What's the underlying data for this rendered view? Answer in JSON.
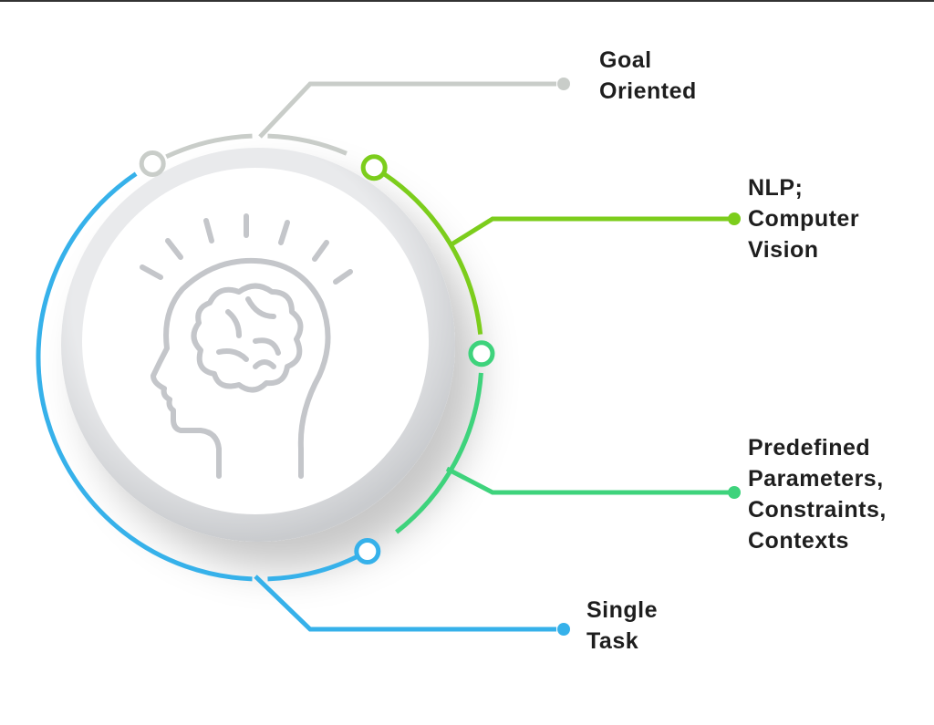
{
  "colors": {
    "gray": "#c9cdc9",
    "lime": "#7ccd1c",
    "green": "#3ed37c",
    "blue": "#36b1ea",
    "icon": "#c4c6ca"
  },
  "icon": "head-with-brain-icon",
  "items": [
    {
      "label_lines": [
        "Goal",
        "Oriented"
      ],
      "color": "gray"
    },
    {
      "label_lines": [
        "NLP;",
        "Computer",
        "Vision"
      ],
      "color": "lime"
    },
    {
      "label_lines": [
        "Predefined",
        "Parameters,",
        "Constraints,",
        "Contexts"
      ],
      "color": "green"
    },
    {
      "label_lines": [
        "Single",
        "Task"
      ],
      "color": "blue"
    }
  ]
}
